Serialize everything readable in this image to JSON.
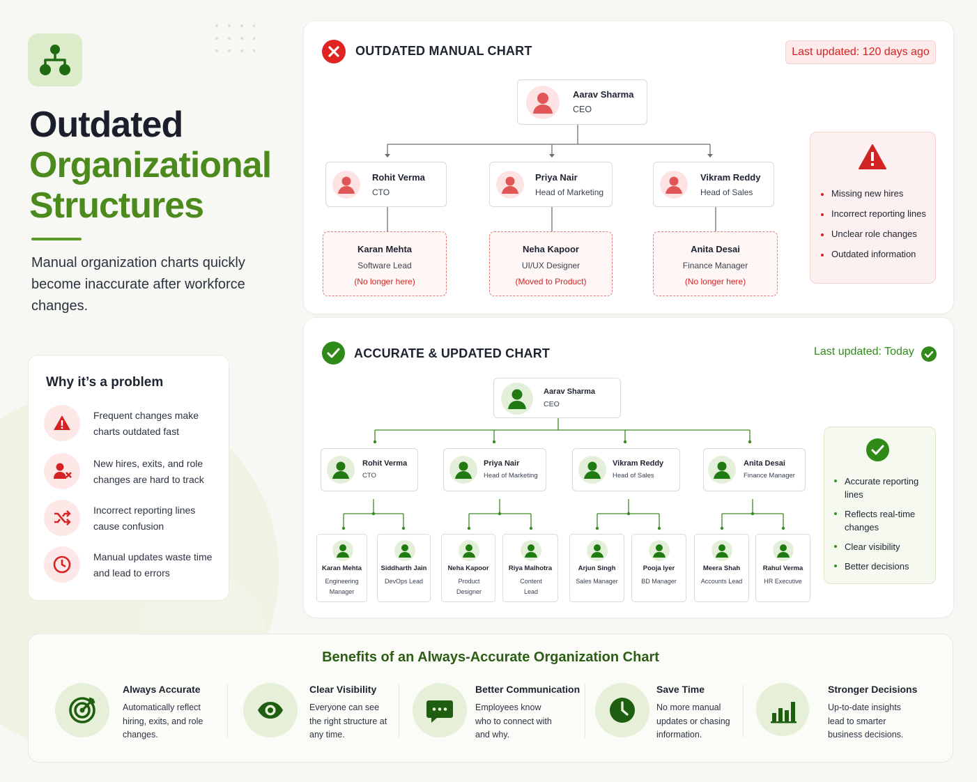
{
  "hero": {
    "title_line1": "Outdated",
    "title_line2": "Organizational",
    "title_line3": "Structures",
    "description": "Manual organization charts quickly become inaccurate after workforce changes."
  },
  "problem": {
    "title": "Why it’s a problem",
    "items": [
      {
        "icon": "warning-icon",
        "text": "Frequent changes make charts outdated fast"
      },
      {
        "icon": "user-remove-icon",
        "text": "New hires, exits, and role changes are hard to track"
      },
      {
        "icon": "shuffle-icon",
        "text": "Incorrect reporting lines cause confusion"
      },
      {
        "icon": "clock-icon",
        "text": "Manual updates waste time and lead to errors"
      }
    ]
  },
  "outdated": {
    "title": "OUTDATED MANUAL CHART",
    "last_updated": "Last updated: 120 days ago",
    "ceo": {
      "name": "Aarav Sharma",
      "role": "CEO"
    },
    "managers": [
      {
        "name": "Rohit Verma",
        "role": "CTO"
      },
      {
        "name": "Priya Nair",
        "role": "Head of Marketing"
      },
      {
        "name": "Vikram Reddy",
        "role": "Head of Sales"
      }
    ],
    "stale": [
      {
        "name": "Karan Mehta",
        "role": "Software Lead",
        "status": "(No longer here)"
      },
      {
        "name": "Neha Kapoor",
        "role": "UI/UX Designer",
        "status": "(Moved to Product)"
      },
      {
        "name": "Anita Desai",
        "role": "Finance Manager",
        "status": "(No longer here)"
      }
    ],
    "issues": [
      "Missing new hires",
      "Incorrect reporting lines",
      "Unclear role changes",
      "Outdated information"
    ]
  },
  "accurate": {
    "title": "ACCURATE & UPDATED CHART",
    "last_updated": "Last updated: Today",
    "ceo": {
      "name": "Aarav Sharma",
      "role": "CEO"
    },
    "managers": [
      {
        "name": "Rohit Verma",
        "role": "CTO"
      },
      {
        "name": "Priya Nair",
        "role": "Head of Marketing"
      },
      {
        "name": "Vikram Reddy",
        "role": "Head of Sales"
      },
      {
        "name": "Anita Desai",
        "role": "Finance Manager"
      }
    ],
    "reports": [
      {
        "name": "Karan Mehta",
        "role": "Engineering Manager"
      },
      {
        "name": "Siddharth Jain",
        "role": "DevOps Lead"
      },
      {
        "name": "Neha Kapoor",
        "role": "Product Designer"
      },
      {
        "name": "Riya Malhotra",
        "role": "Content Lead"
      },
      {
        "name": "Arjun Singh",
        "role": "Sales Manager"
      },
      {
        "name": "Pooja Iyer",
        "role": "BD Manager"
      },
      {
        "name": "Meera Shah",
        "role": "Accounts Lead"
      },
      {
        "name": "Rahul Verma",
        "role": "HR Executive"
      }
    ],
    "benefits": [
      "Accurate reporting lines",
      "Reflects real-time changes",
      "Clear visibility",
      "Better decisions"
    ]
  },
  "benefits": {
    "title": "Benefits of an Always-Accurate Organization Chart",
    "items": [
      {
        "icon": "target-icon",
        "title": "Always Accurate",
        "text": "Automatically reflect hiring, exits, and role changes."
      },
      {
        "icon": "eye-icon",
        "title": "Clear Visibility",
        "text": "Everyone can see the right structure at any time."
      },
      {
        "icon": "chat-icon",
        "title": "Better Communication",
        "text": "Employees know who to connect with and why."
      },
      {
        "icon": "clock-icon",
        "title": "Save Time",
        "text": "No more manual updates or chasing information."
      },
      {
        "icon": "bar-chart-icon",
        "title": "Stronger Decisions",
        "text": "Up-to-date insights lead to smarter business decisions."
      }
    ]
  },
  "colors": {
    "brand_green": "#4d8a1e",
    "alert_red": "#d32424",
    "success_green": "#2f8a18"
  }
}
